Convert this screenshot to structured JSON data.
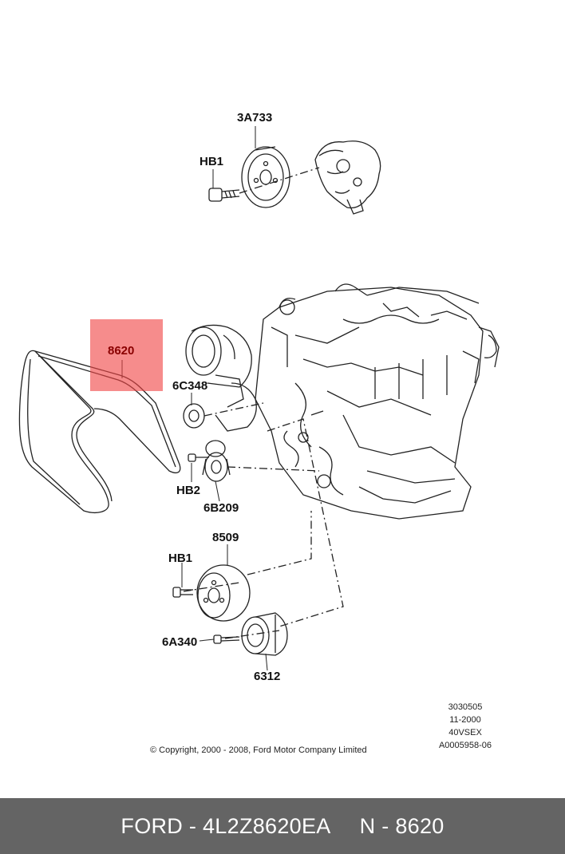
{
  "callouts": {
    "pump_pulley": "3A733",
    "bolt_top": "HB1",
    "belt": "8620",
    "idler": "6C348",
    "bolt_mid": "HB2",
    "tensioner": "6B209",
    "water_pump_pulley": "8509",
    "bolt_lower": "HB1",
    "crank_bolt": "6A340",
    "damper": "6312"
  },
  "meta": [
    "3030505",
    "11-2000",
    "40VSEX",
    "A0005958-06"
  ],
  "copyright": "© Copyright, 2000 - 2008, Ford Motor Company Limited",
  "footer": {
    "brand_part": "FORD - 4L2Z8620EA",
    "ref": "N - 8620"
  },
  "colors": {
    "highlight": "#f04646",
    "footer_bg": "#646464"
  }
}
